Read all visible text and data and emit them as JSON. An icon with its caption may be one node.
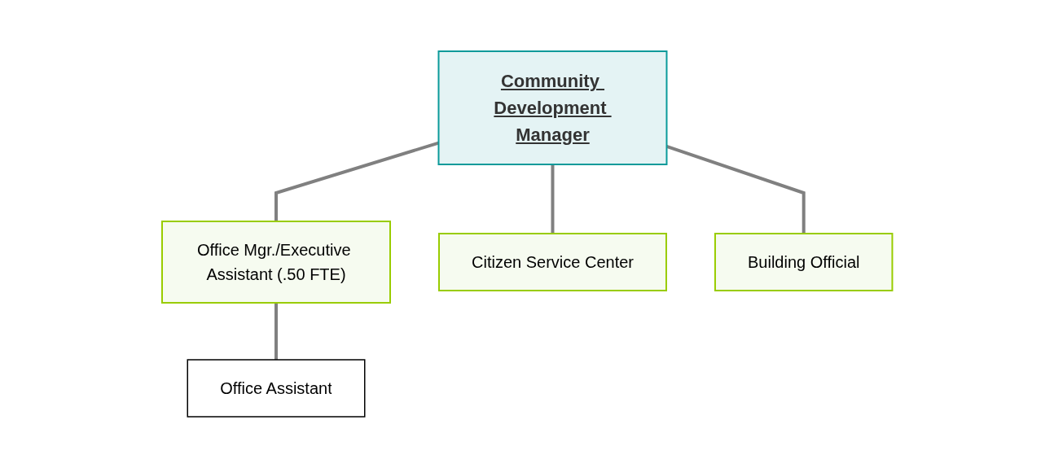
{
  "diagram": {
    "nodes": [
      {
        "text": [
          "Community Development Manager"
        ]
      },
      {
        "text": [
          "Office Mgr./Executive Assistant (.50 FTE)"
        ]
      },
      {
        "text": [
          "Citizen Service Center"
        ]
      },
      {
        "text": [
          "Building Official"
        ]
      },
      {
        "text": [
          "Office Assistant"
        ]
      }
    ],
    "edges": [
      {
        "from": 0,
        "to": 1,
        "arrow": "none"
      },
      {
        "from": 0,
        "to": 2,
        "arrow": "none"
      },
      {
        "from": 0,
        "to": 3,
        "arrow": "none"
      },
      {
        "from": 1,
        "to": 4,
        "arrow": "none"
      }
    ]
  }
}
